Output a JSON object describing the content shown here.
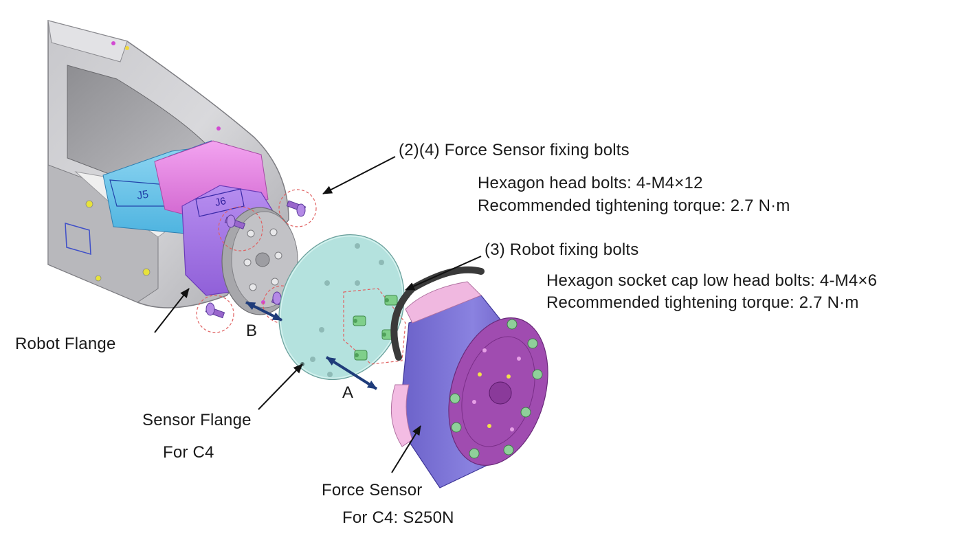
{
  "callouts": {
    "force_sensor_bolts": {
      "title": "(2)(4)  Force Sensor fixing bolts",
      "spec": "Hexagon head bolts: 4-M4×12",
      "torque": "Recommended tightening torque: 2.7 N·m"
    },
    "robot_bolts": {
      "title": "(3)  Robot fixing bolts",
      "spec": "Hexagon socket cap low head bolts: 4-M4×6",
      "torque": "Recommended tightening torque: 2.7 N·m"
    }
  },
  "parts": {
    "robot_flange": "Robot Flange",
    "sensor_flange": "Sensor Flange",
    "sensor_flange_model": "For C4",
    "force_sensor": "Force Sensor",
    "force_sensor_model": "For C4: S250N"
  },
  "arrows": {
    "a": "A",
    "b": "B"
  },
  "arm_markings": {
    "j5": "J5",
    "j6": "J6"
  },
  "colors": {
    "arm_body": "#c9c9cd",
    "joint_blue": "#6ec8ec",
    "joint_magenta": "#e27ee0",
    "sensor_flange": "#b0e0dc",
    "sensor_body": "#7a70d2",
    "sensor_face": "#a14cb0",
    "bolt_purple": "#9966cc",
    "bolt_green": "#7fcf8a",
    "arrow_navy": "#1f3c7a",
    "dashed_red": "#e06060"
  }
}
